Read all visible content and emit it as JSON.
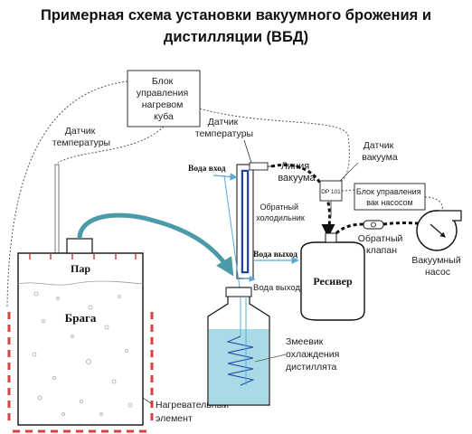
{
  "title": {
    "line1": "Примерная схема установки вакуумного брожения и",
    "line2": "дистилляции (ВБД)"
  },
  "labels": {
    "heater_control": [
      "Блок",
      "управления",
      "нагревом",
      "куба"
    ],
    "temp_sensor_left": [
      "Датчик",
      "температуры"
    ],
    "temp_sensor_right": [
      "Датчик",
      "температуры"
    ],
    "water_in": "Вода вход",
    "vacuum_line": [
      "Линия",
      "вакуума"
    ],
    "reflux_condenser": [
      "Обратный",
      "холодильник"
    ],
    "water_out_1": "Вода выход",
    "water_out_2": "Вода выход",
    "vacuum_sensor": [
      "Датчик",
      "вакуума"
    ],
    "sensor_code": "DP 101",
    "pump_control": [
      "Блок управления",
      "вак насосом"
    ],
    "check_valve": [
      "Обратный",
      "клапан"
    ],
    "vacuum_pump": [
      "Вакуумный",
      "насос"
    ],
    "receiver": "Ресивер",
    "steam": "Пар",
    "mash": "Брага",
    "coil": [
      "Змеевик",
      "охлаждения",
      "дистиллята"
    ],
    "heating_element": [
      "Нагревательный",
      "элемент"
    ]
  },
  "colors": {
    "steam_pipe": "#4a9aa8",
    "water_arrow": "#5aa9d6",
    "distillate": "#a9dbe6",
    "heater": "#d84040",
    "condenser_blue": "#2244aa"
  }
}
